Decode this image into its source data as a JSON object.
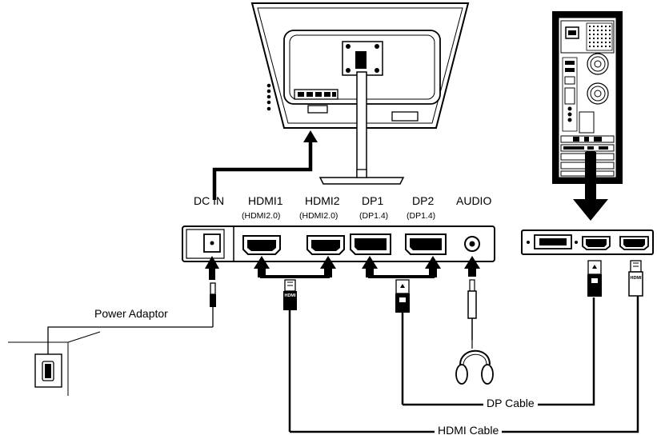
{
  "ports": {
    "dc_in": "DC IN",
    "hdmi1": "HDMI1",
    "hdmi1_sub": "(HDMI2.0)",
    "hdmi2": "HDMI2",
    "hdmi2_sub": "(HDMI2.0)",
    "dp1": "DP1",
    "dp1_sub": "(DP1.4)",
    "dp2": "DP2",
    "dp2_sub": "(DP1.4)",
    "audio": "AUDIO"
  },
  "labels": {
    "power_adaptor": "Power Adaptor",
    "dp_cable": "DP Cable",
    "hdmi_cable": "HDMI Cable",
    "hdmi_plug_text": "HDMI"
  }
}
